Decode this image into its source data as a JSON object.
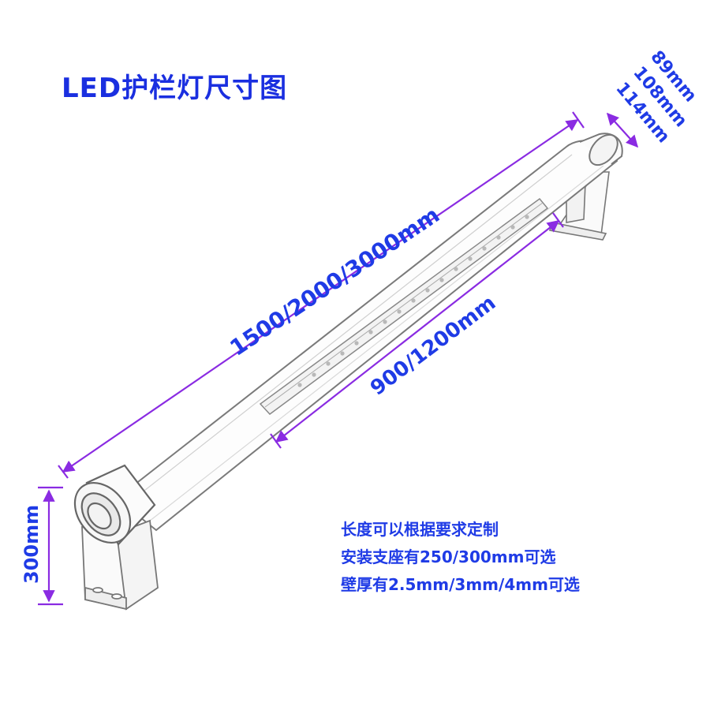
{
  "title": "LED护栏灯尺寸图",
  "dimensions": {
    "total_length": "1500/2000/3000mm",
    "led_length": "900/1200mm",
    "bracket_height": "300mm",
    "diameter_1": "89mm",
    "diameter_2": "108mm",
    "diameter_3": "114mm"
  },
  "notes": [
    "长度可以根据要求定制",
    "安装支座有250/300mm可选",
    "壁厚有2.5mm/3mm/4mm可选"
  ],
  "colors": {
    "dimension_line": "#8a2be2",
    "text": "#1f3be6"
  }
}
